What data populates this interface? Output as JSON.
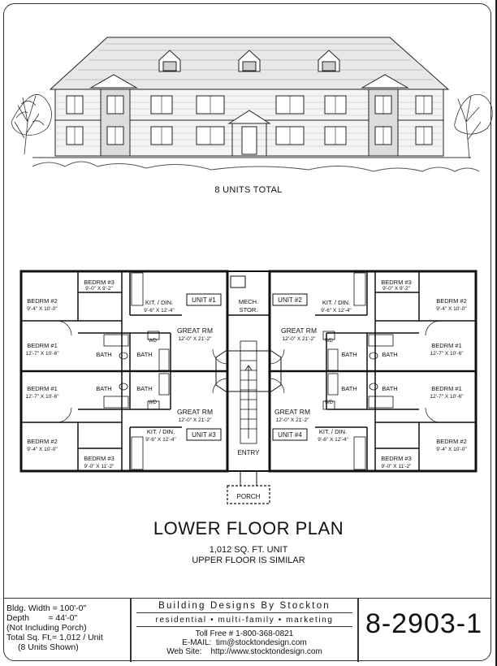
{
  "elevation": {
    "caption": "8 UNITS TOTAL"
  },
  "plan": {
    "title": "LOWER FLOOR PLAN",
    "unit_size": "1,012 SQ. FT. UNIT",
    "upper_note": "UPPER FLOOR IS SIMILAR",
    "center": {
      "mech_line1": "MECH.",
      "mech_line2": "STOR.",
      "entry": "ENTRY",
      "porch": "PORCH"
    },
    "units": [
      "UNIT #1",
      "UNIT #2",
      "UNIT #3",
      "UNIT #4"
    ],
    "rooms": {
      "bedrm1": "BEDRM #1",
      "bedrm1_size": "12'-7\" X 10'-6\"",
      "bedrm2": "BEDRM #2",
      "bedrm2_size": "9'-4\" X 10'-0\"",
      "bedrm3": "BEDRM #3",
      "bedrm3_size_top": "9'-0\" X 9'-2\"",
      "bedrm3_size_bottom": "9'-0\" X 11'-2\"",
      "kit_top": "KIT. / DIN.",
      "kit_bottom": "KIT. / DIN.",
      "kit_size": "9'-6\" X 12'-4\"",
      "great": "GREAT RM",
      "great_size": "12'-0\" X 21'-2\"",
      "bath": "BATH",
      "wd": "WD"
    }
  },
  "title_block": {
    "bldg_width": "Bldg. Width = 100'-0\"",
    "depth": "Depth        = 44'-0\"",
    "not_incl": "(Not Including Porch)",
    "total_sq": "Total Sq. Ft.= 1,012 / Unit",
    "units_shown": "(8 Units Shown)",
    "brand": "Building Designs By Stockton",
    "tagline": "residential • multi-family • marketing",
    "toll_free": "Toll Free # 1-800-368-0821",
    "email": "E-MAIL:  tim@stocktondesign.com",
    "website": "Web Site:    http://www.stocktondesign.com",
    "plan_number": "8-2903-1"
  }
}
